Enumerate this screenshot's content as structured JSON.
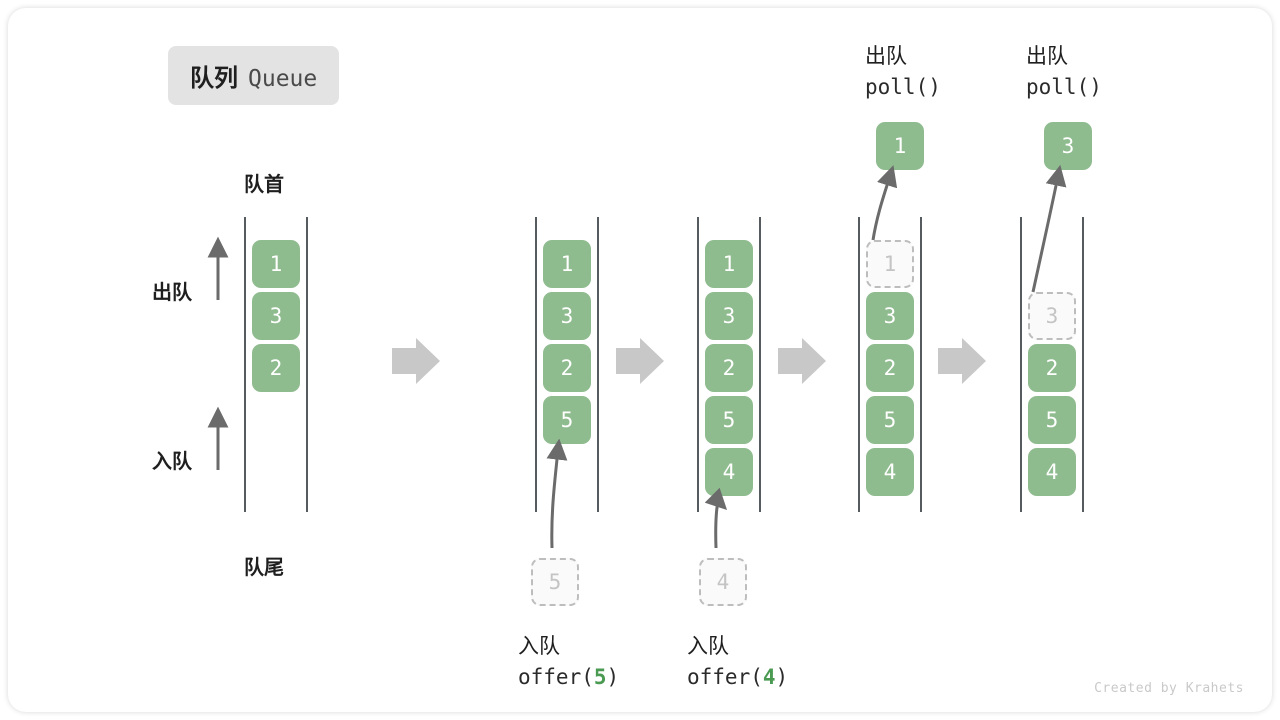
{
  "figure": {
    "title_cn": "队列",
    "title_en": "Queue",
    "credit": "Created by Krahets",
    "colors": {
      "cell_fill": "#8fbc8f",
      "cell_text": "#ffffff",
      "ghost_fill": "#fafafa",
      "ghost_border": "#bdbdbd",
      "ghost_text": "#c4c4c4",
      "rail": "#555b5f",
      "arrow": "#6b6b6b",
      "step_arrow": "#c8c8c8",
      "badge_bg": "#e3e3e3",
      "accent_num": "#4a9a52"
    }
  },
  "annotations": {
    "front_label": "队首",
    "tail_label": "队尾",
    "dequeue_label": "出队",
    "enqueue_label": "入队"
  },
  "stages": [
    {
      "id": "stage-initial",
      "cells": [
        {
          "value": "1",
          "state": "filled"
        },
        {
          "value": "3",
          "state": "filled"
        },
        {
          "value": "2",
          "state": "filled"
        }
      ],
      "operation": null,
      "incoming_cell": null,
      "outgoing_cell": null
    },
    {
      "id": "stage-offer-5",
      "cells": [
        {
          "value": "1",
          "state": "filled"
        },
        {
          "value": "3",
          "state": "filled"
        },
        {
          "value": "2",
          "state": "filled"
        },
        {
          "value": "5",
          "state": "filled"
        }
      ],
      "operation": {
        "kind": "enqueue",
        "label_cn": "入队",
        "call_prefix": "offer(",
        "call_arg": "5",
        "call_suffix": ")"
      },
      "incoming_cell": {
        "value": "5",
        "state": "ghost"
      },
      "outgoing_cell": null
    },
    {
      "id": "stage-offer-4",
      "cells": [
        {
          "value": "1",
          "state": "filled"
        },
        {
          "value": "3",
          "state": "filled"
        },
        {
          "value": "2",
          "state": "filled"
        },
        {
          "value": "5",
          "state": "filled"
        },
        {
          "value": "4",
          "state": "filled"
        }
      ],
      "operation": {
        "kind": "enqueue",
        "label_cn": "入队",
        "call_prefix": "offer(",
        "call_arg": "4",
        "call_suffix": ")"
      },
      "incoming_cell": {
        "value": "4",
        "state": "ghost"
      },
      "outgoing_cell": null
    },
    {
      "id": "stage-poll-1",
      "cells": [
        {
          "value": "1",
          "state": "ghost"
        },
        {
          "value": "3",
          "state": "filled"
        },
        {
          "value": "2",
          "state": "filled"
        },
        {
          "value": "5",
          "state": "filled"
        },
        {
          "value": "4",
          "state": "filled"
        }
      ],
      "operation": {
        "kind": "dequeue",
        "label_cn": "出队",
        "call_prefix": "poll(",
        "call_arg": "",
        "call_suffix": ")"
      },
      "incoming_cell": null,
      "outgoing_cell": {
        "value": "1",
        "state": "filled"
      }
    },
    {
      "id": "stage-poll-3",
      "cells": [
        {
          "value": "",
          "state": "empty"
        },
        {
          "value": "3",
          "state": "ghost"
        },
        {
          "value": "2",
          "state": "filled"
        },
        {
          "value": "5",
          "state": "filled"
        },
        {
          "value": "4",
          "state": "filled"
        }
      ],
      "operation": {
        "kind": "dequeue",
        "label_cn": "出队",
        "call_prefix": "poll(",
        "call_arg": "",
        "call_suffix": ")"
      },
      "incoming_cell": null,
      "outgoing_cell": {
        "value": "3",
        "state": "filled"
      }
    }
  ],
  "step_arrows": [
    {
      "id": "step-arrow-1"
    },
    {
      "id": "step-arrow-2"
    },
    {
      "id": "step-arrow-3"
    },
    {
      "id": "step-arrow-4"
    }
  ]
}
